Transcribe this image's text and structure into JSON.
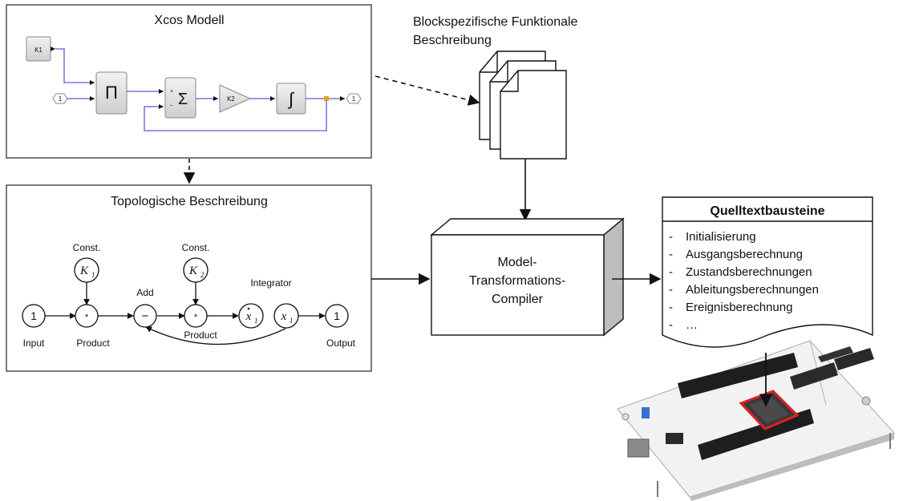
{
  "xcos": {
    "title": "Xcos Modell",
    "const_block": "K1",
    "gain_block": "K2",
    "input_port": "1",
    "output_port": "1",
    "product_symbol": "Π",
    "sum_symbol": "Σ",
    "integral_symbol": "∫",
    "sum_signs": [
      "+",
      "-"
    ],
    "link_color": "#5a5ad8",
    "split_color": "#e8a21c"
  },
  "docs": {
    "title_line1": "Blockspezifische Funktionale",
    "title_line2": "Beschreibung"
  },
  "topo": {
    "title": "Topologische Beschreibung",
    "const1_label": "Const.",
    "const1_node_main": "K",
    "const1_node_sub": "1",
    "const2_label": "Const.",
    "const2_node_main": "K",
    "const2_node_sub": "2",
    "input_node": "1",
    "input_label": "Input",
    "product1_node": "*",
    "product1_label": "Product",
    "add_label": "Add",
    "add_node": "−",
    "product2_node": "*",
    "product2_label": "Product",
    "xdot_node_main": "x",
    "xdot_node_sub": "1",
    "integrator_label": "Integrator",
    "x_node_main": "x",
    "x_node_sub": "1",
    "output_node": "1",
    "output_label": "Output"
  },
  "compiler": {
    "line1": "Model-",
    "line2": "Transformations-",
    "line3": "Compiler"
  },
  "source": {
    "title": "Quelltextbausteine",
    "items": [
      "Initialisierung",
      "Ausgangsberechnung",
      "Zustandsberechnungen",
      "Ableitungsberechnungen",
      "Ereignisberechnung",
      "…"
    ],
    "bullet": "-"
  },
  "board": {
    "chip_outline_color": "#e02020",
    "board_color": "#f2f2f2"
  }
}
